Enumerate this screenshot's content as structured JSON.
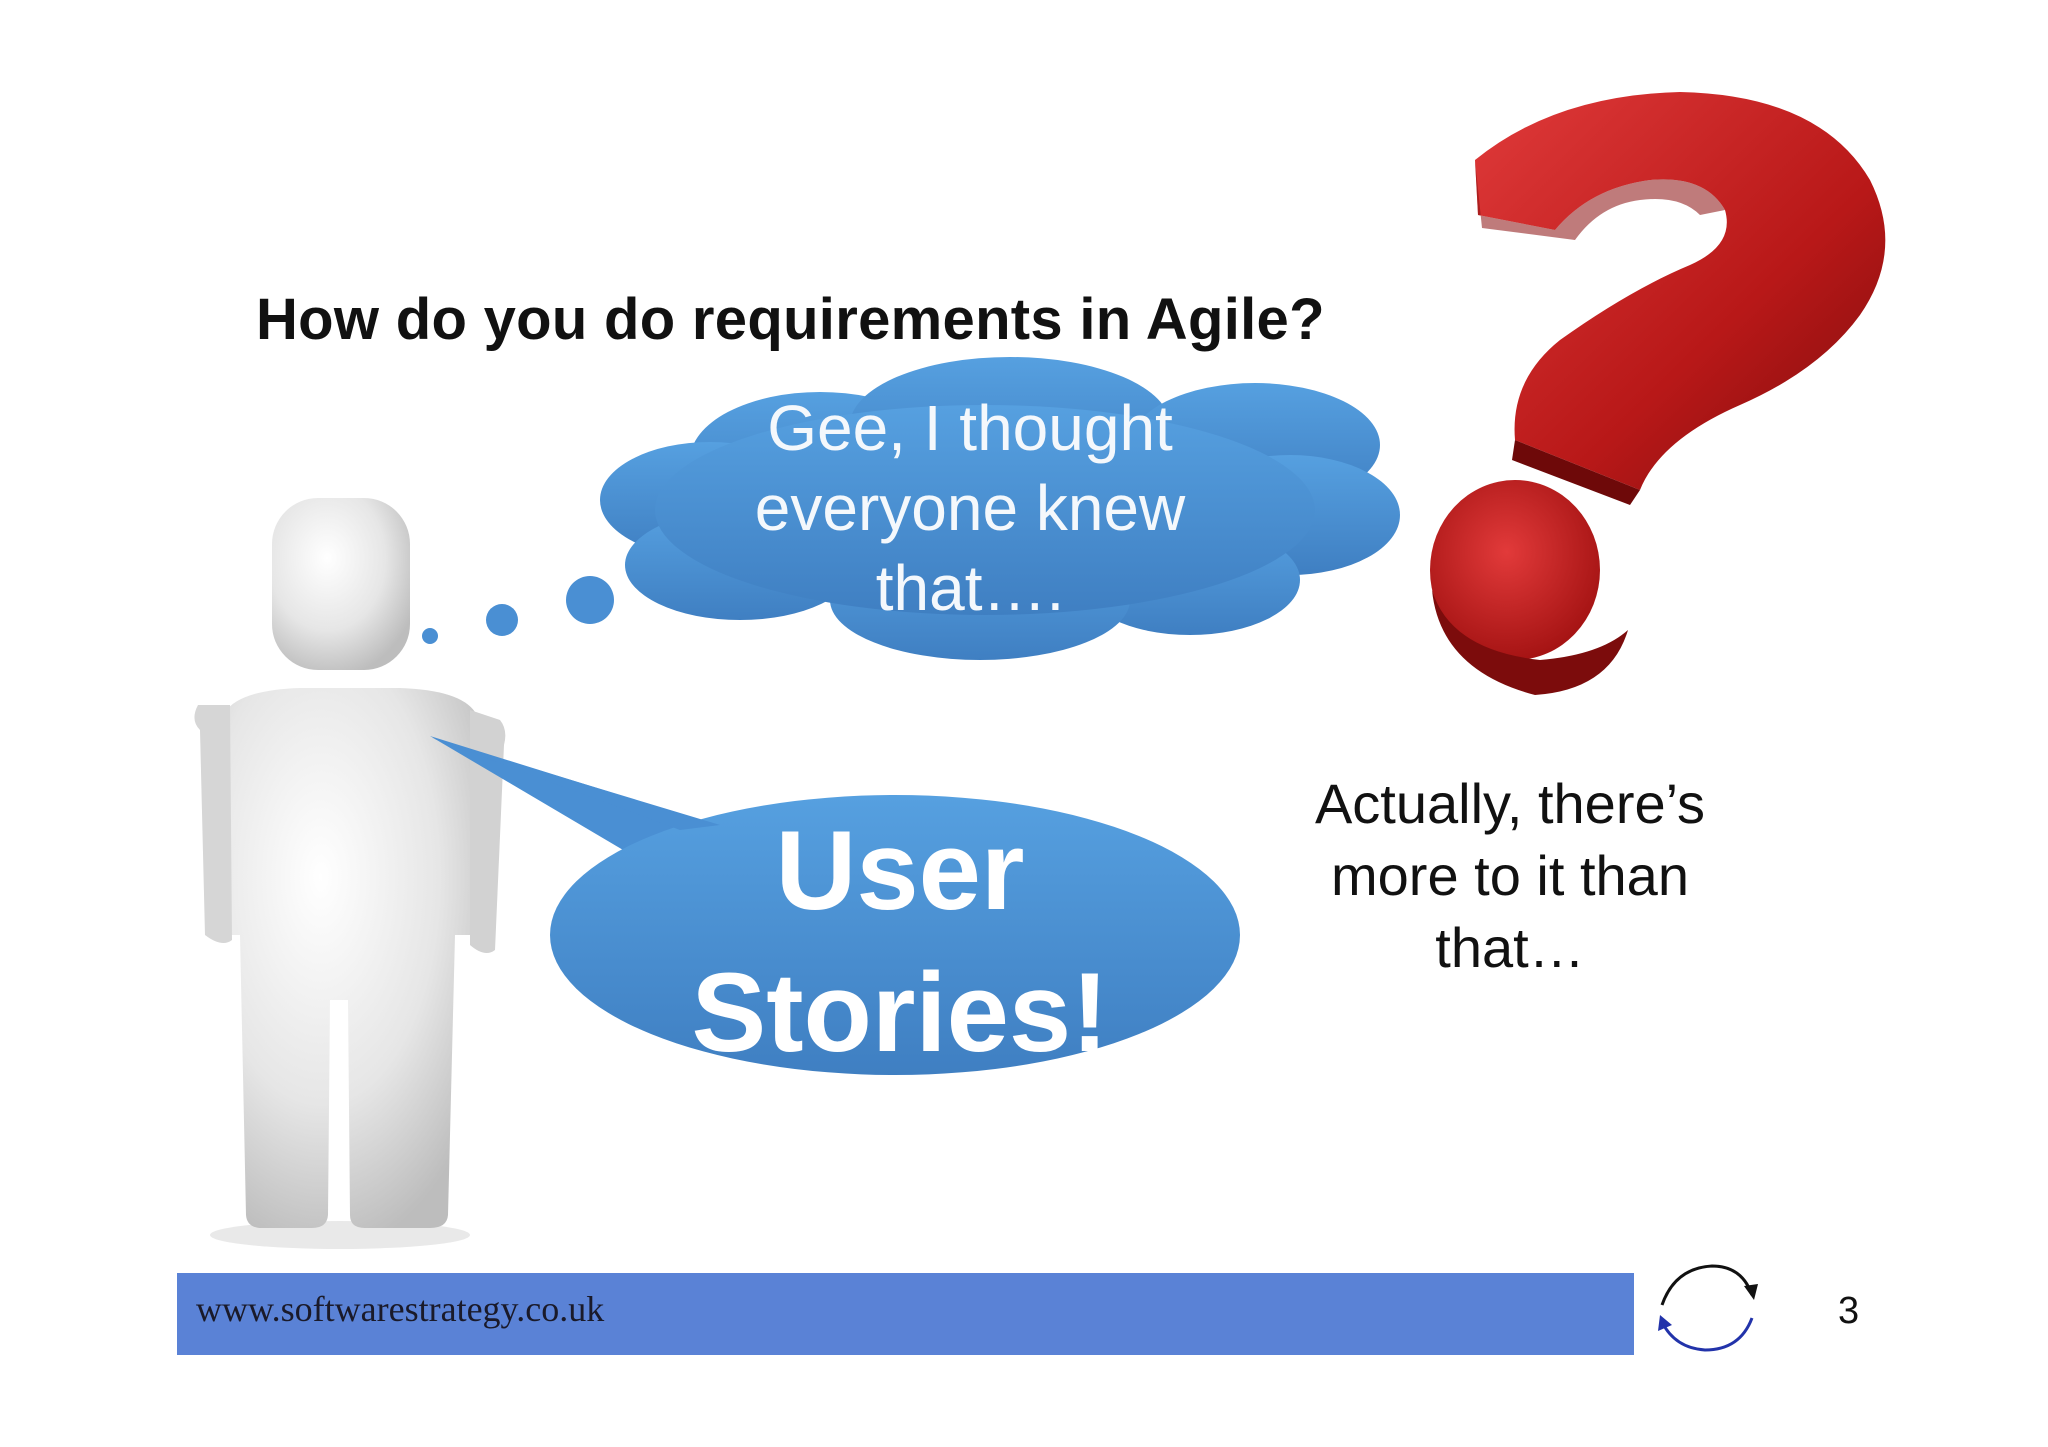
{
  "slide": {
    "title": "How do you do requirements in Agile?",
    "thought_bubble": {
      "lines": [
        "Gee, I thought",
        "everyone knew",
        "that…."
      ]
    },
    "speech_bubble": {
      "lines": [
        "User",
        "Stories!"
      ]
    },
    "aside": {
      "lines": [
        "Actually, there’s",
        "more to it than",
        "that…"
      ]
    },
    "footer": {
      "url": "www.softwarestrategy.co.uk",
      "page_number": "3"
    },
    "icons": {
      "figure": "3d-person-figure",
      "question_mark": "question-mark-icon",
      "logo": "cycle-arrows-logo"
    },
    "colors": {
      "bubble_blue": "#4a8fd3",
      "footer_blue": "#5a82d6",
      "question_red": "#c81e1e"
    }
  }
}
